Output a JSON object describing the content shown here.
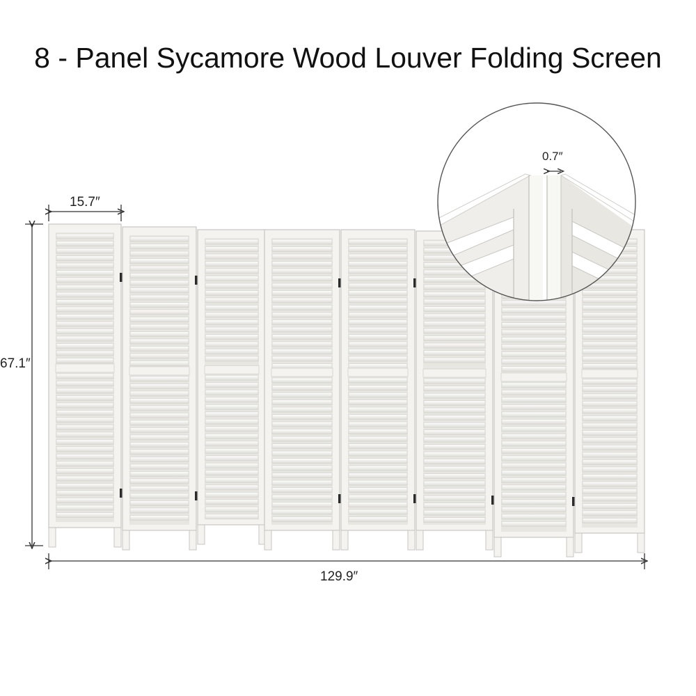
{
  "title": "8 - Panel Sycamore Wood Louver Folding Screen",
  "dimensions": {
    "panel_width": "15.7″",
    "height": "67.1″",
    "total_width": "129.9″",
    "thickness": "0.7″"
  },
  "product": {
    "panel_count": 8,
    "color": "#f4f3ef",
    "shadow_color": "#d6d5d0"
  }
}
